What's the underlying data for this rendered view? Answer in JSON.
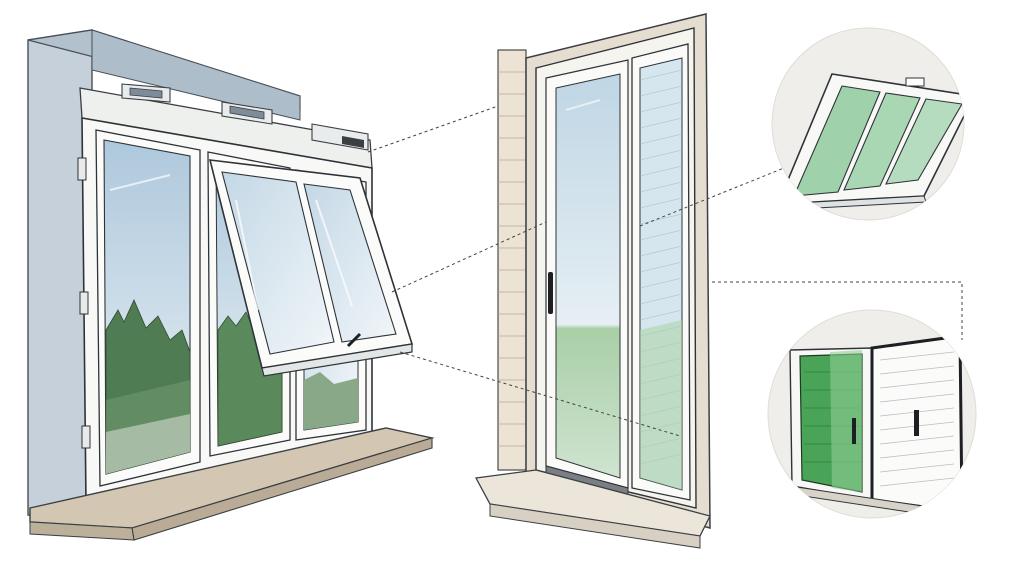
{
  "figure": {
    "labels": [],
    "components": [
      {
        "id": "awning-window",
        "kind": "illustration",
        "description_visible": false
      },
      {
        "id": "sliding-glass-door",
        "kind": "illustration",
        "description_visible": false
      },
      {
        "id": "detail-awning-sash",
        "kind": "detail-callout",
        "description_visible": false
      },
      {
        "id": "detail-sliding-screen",
        "kind": "detail-callout",
        "description_visible": false
      }
    ],
    "colors": {
      "wall": "#c9d3dc",
      "wall_dark": "#aebbc7",
      "frame": "#f7f7f5",
      "frame_line": "#3b3f44",
      "sill": "#cfc2ae",
      "sky_top": "#b9cfe0",
      "sky_bottom": "#e8f0f5",
      "trees": "#4d7a4f",
      "glass_green": "#8fc79a",
      "green_panel": "#3e9b4f",
      "brick": "#e7ddcd",
      "callout_bg": "#f1efeb",
      "leader": "#444444"
    }
  }
}
